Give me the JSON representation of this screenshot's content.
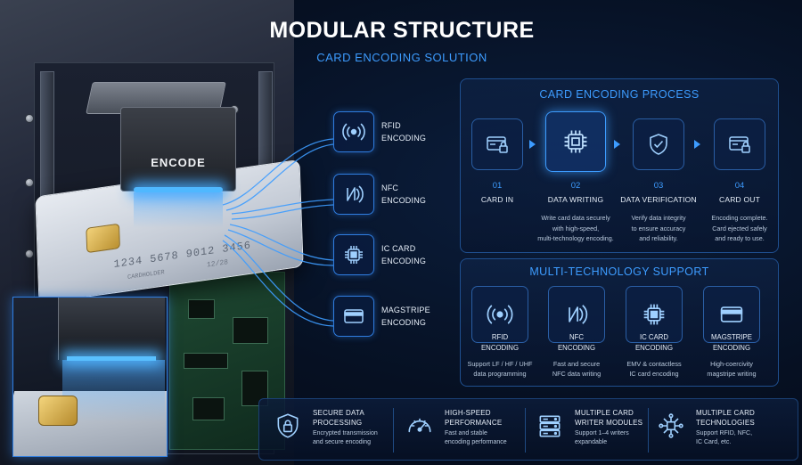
{
  "title": "MODULAR STRUCTURE",
  "subtitle": "CARD ENCODING SOLUTION",
  "illustration": {
    "encoder_label": "ENCODE",
    "card_number": "1234 5678 9012 3456",
    "card_holder": "CARDHOLDER",
    "card_exp": "12/28"
  },
  "encodings": [
    {
      "icon": "rfid-icon",
      "line1": "RFID",
      "line2": "ENCODING"
    },
    {
      "icon": "nfc-icon",
      "line1": "NFC",
      "line2": "ENCODING"
    },
    {
      "icon": "ic-chip-icon",
      "line1": "IC CARD",
      "line2": "ENCODING"
    },
    {
      "icon": "magstripe-icon",
      "line1": "MAGSTRIPE",
      "line2": "ENCODING"
    }
  ],
  "process": {
    "title": "CARD ENCODING PROCESS",
    "steps": [
      {
        "num": "01",
        "name": "CARD IN",
        "icon": "card-lock-icon",
        "desc": []
      },
      {
        "num": "02",
        "name": "DATA WRITING",
        "icon": "chip-icon",
        "desc": [
          "Write card data securely",
          "with high-speed,",
          "multi-technology encoding."
        ]
      },
      {
        "num": "03",
        "name": "DATA VERIFICATION",
        "icon": "shield-check-icon",
        "desc": [
          "Verify data integrity",
          "to ensure accuracy",
          "and reliability."
        ]
      },
      {
        "num": "04",
        "name": "CARD OUT",
        "icon": "card-lock-icon",
        "desc": [
          "Encoding complete.",
          "Card ejected safely",
          "and ready to use."
        ]
      }
    ]
  },
  "tech": {
    "title": "MULTI-TECHNOLOGY SUPPORT",
    "items": [
      {
        "icon": "rfid-icon",
        "line1": "RFID",
        "line2": "ENCODING",
        "desc": [
          "Support LF / HF / UHF",
          "data programming"
        ]
      },
      {
        "icon": "nfc-icon",
        "line1": "NFC",
        "line2": "ENCODING",
        "desc": [
          "Fast and secure",
          "NFC data writing"
        ]
      },
      {
        "icon": "ic-chip-icon",
        "line1": "IC CARD",
        "line2": "ENCODING",
        "desc": [
          "EMV & contactless",
          "IC card encoding"
        ]
      },
      {
        "icon": "magstripe-icon",
        "line1": "MAGSTRIPE",
        "line2": "ENCODING",
        "desc": [
          "High-coercivity",
          "magstripe writing"
        ]
      }
    ]
  },
  "features": [
    {
      "icon": "shield-lock-icon",
      "title": [
        "SECURE DATA",
        "PROCESSING"
      ],
      "desc": [
        "Encrypted transmission",
        "and secure encoding"
      ]
    },
    {
      "icon": "speedometer-icon",
      "title": [
        "HIGH-SPEED",
        "PERFORMANCE"
      ],
      "desc": [
        "Fast and stable",
        "encoding performance"
      ]
    },
    {
      "icon": "server-stack-icon",
      "title": [
        "MULTIPLE CARD",
        "WRITER MODULES"
      ],
      "desc": [
        "Support 1–4 writers",
        "expandable"
      ]
    },
    {
      "icon": "network-chip-icon",
      "title": [
        "MULTIPLE CARD",
        "TECHNOLOGIES"
      ],
      "desc": [
        "Support RFID, NFC,",
        "IC Card, etc."
      ]
    }
  ],
  "colors": {
    "accent": "#3d9cff",
    "glow": "#4fb8ff",
    "background": "#050b18",
    "panel_border": "#1f4f8f"
  }
}
